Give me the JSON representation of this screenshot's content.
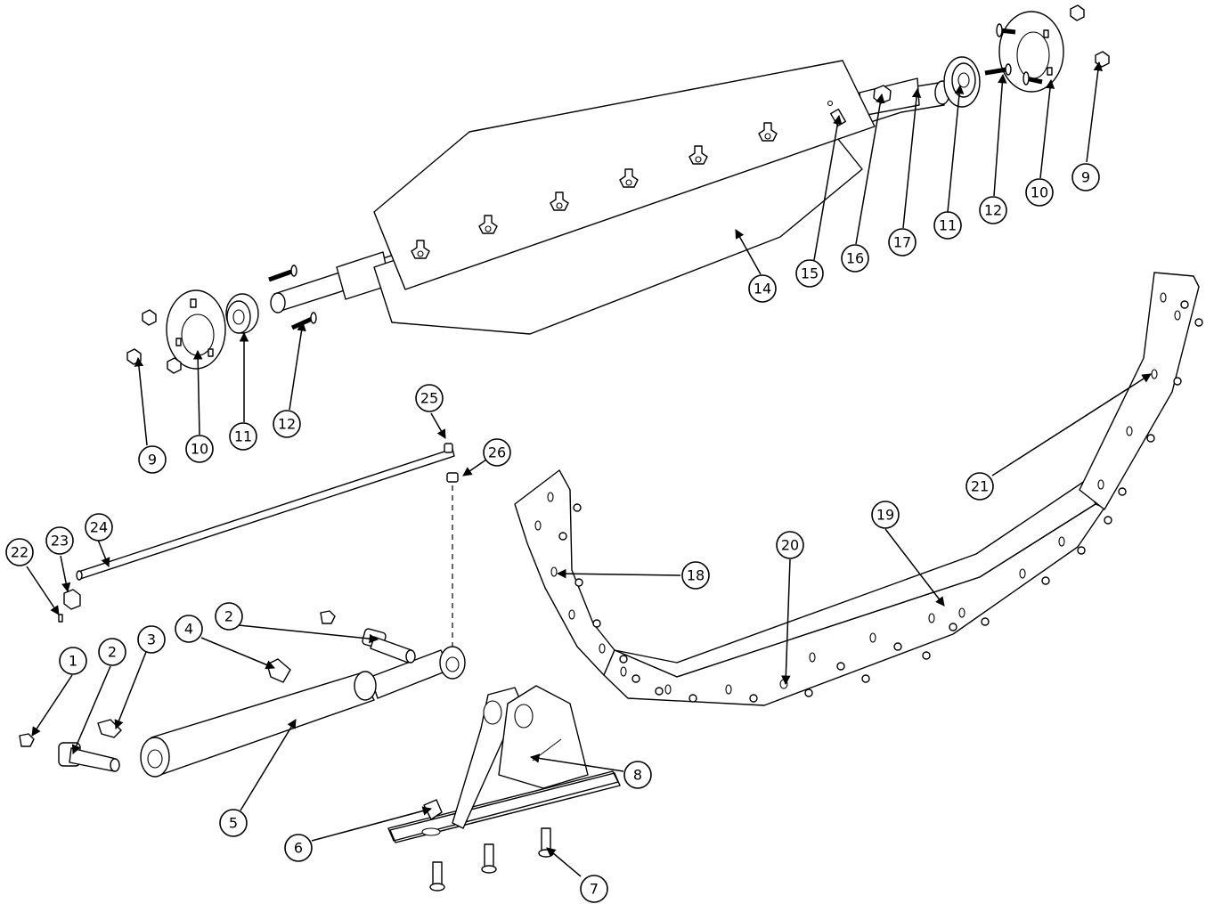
{
  "diagram": {
    "callouts": [
      {
        "id": "c1",
        "label": "1"
      },
      {
        "id": "c2a",
        "label": "2"
      },
      {
        "id": "c2b",
        "label": "2"
      },
      {
        "id": "c3",
        "label": "3"
      },
      {
        "id": "c4",
        "label": "4"
      },
      {
        "id": "c5",
        "label": "5"
      },
      {
        "id": "c6",
        "label": "6"
      },
      {
        "id": "c7",
        "label": "7"
      },
      {
        "id": "c8",
        "label": "8"
      },
      {
        "id": "c9a",
        "label": "9"
      },
      {
        "id": "c9b",
        "label": "9"
      },
      {
        "id": "c10a",
        "label": "10"
      },
      {
        "id": "c10b",
        "label": "10"
      },
      {
        "id": "c11a",
        "label": "11"
      },
      {
        "id": "c11b",
        "label": "11"
      },
      {
        "id": "c12a",
        "label": "12"
      },
      {
        "id": "c12b",
        "label": "12"
      },
      {
        "id": "c14",
        "label": "14"
      },
      {
        "id": "c15",
        "label": "15"
      },
      {
        "id": "c16",
        "label": "16"
      },
      {
        "id": "c17",
        "label": "17"
      },
      {
        "id": "c18",
        "label": "18"
      },
      {
        "id": "c19",
        "label": "19"
      },
      {
        "id": "c20",
        "label": "20"
      },
      {
        "id": "c21",
        "label": "21"
      },
      {
        "id": "c22",
        "label": "22"
      },
      {
        "id": "c23",
        "label": "23"
      },
      {
        "id": "c24",
        "label": "24"
      },
      {
        "id": "c25",
        "label": "25"
      },
      {
        "id": "c26",
        "label": "26"
      }
    ]
  }
}
